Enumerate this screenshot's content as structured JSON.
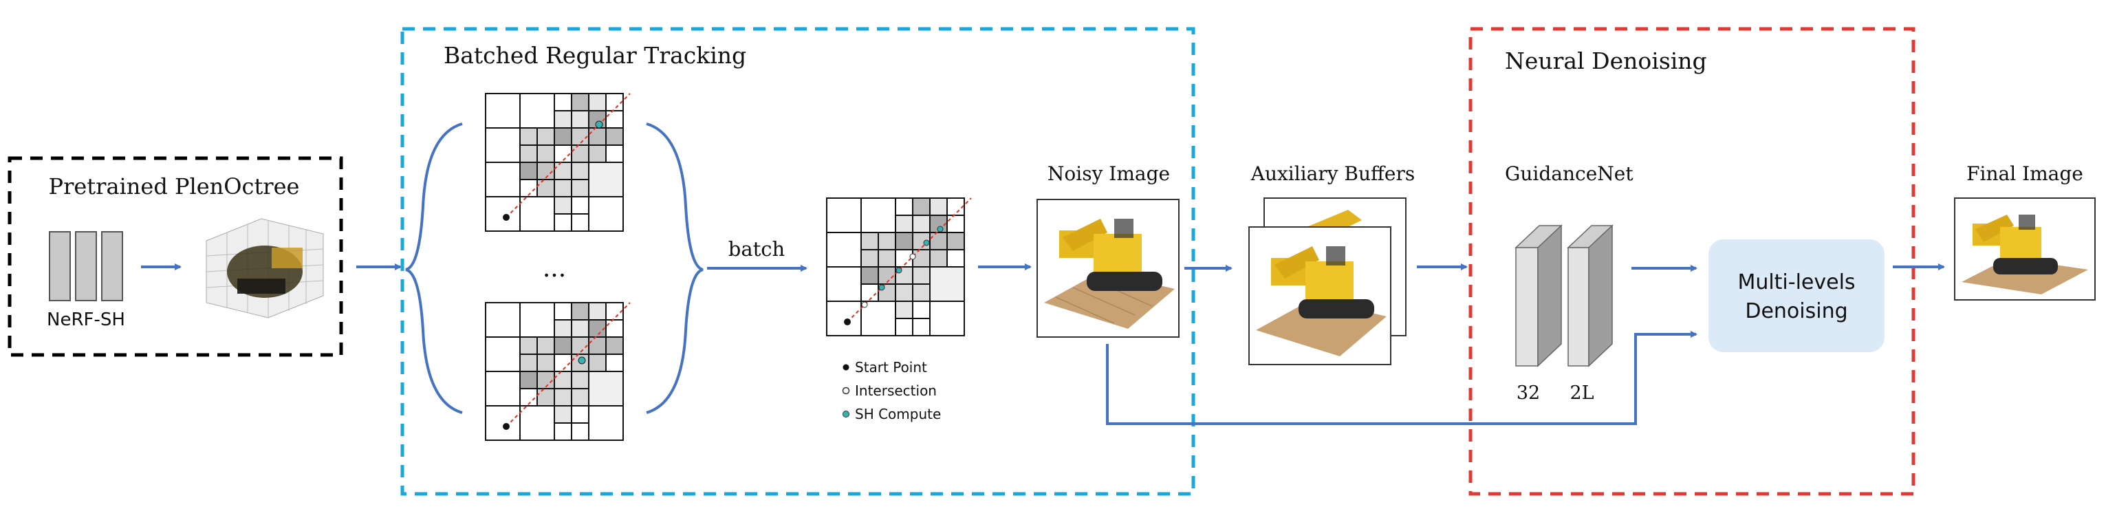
{
  "pretrained": {
    "title": "Pretrained PlenOctree",
    "mlp_label": "NeRF-SH"
  },
  "tracking": {
    "title": "Batched Regular Tracking",
    "ellipsis": "...",
    "batch_label": "batch"
  },
  "legend": {
    "start_point": "Start Point",
    "intersection": "Intersection",
    "sh_compute": "SH Compute"
  },
  "noisy_image": {
    "title": "Noisy Image"
  },
  "aux_buffers": {
    "title": "Auxiliary Buffers"
  },
  "denoising": {
    "title": "Neural Denoising",
    "guidance_net": "GuidanceNet",
    "layer1_label": "32",
    "layer2_label": "2L",
    "multi_line1": "Multi-levels",
    "multi_line2": "Denoising"
  },
  "final_image": {
    "title": "Final Image"
  },
  "colors": {
    "arrow": "#4472c4",
    "tracking_box": "#1aa7dc",
    "denoise_box": "#e03a35",
    "pretrained_box": "#000000",
    "multi_level_fill": "#dce9f6",
    "ray": "#d9342b",
    "sh_point": "#35b3b3"
  }
}
